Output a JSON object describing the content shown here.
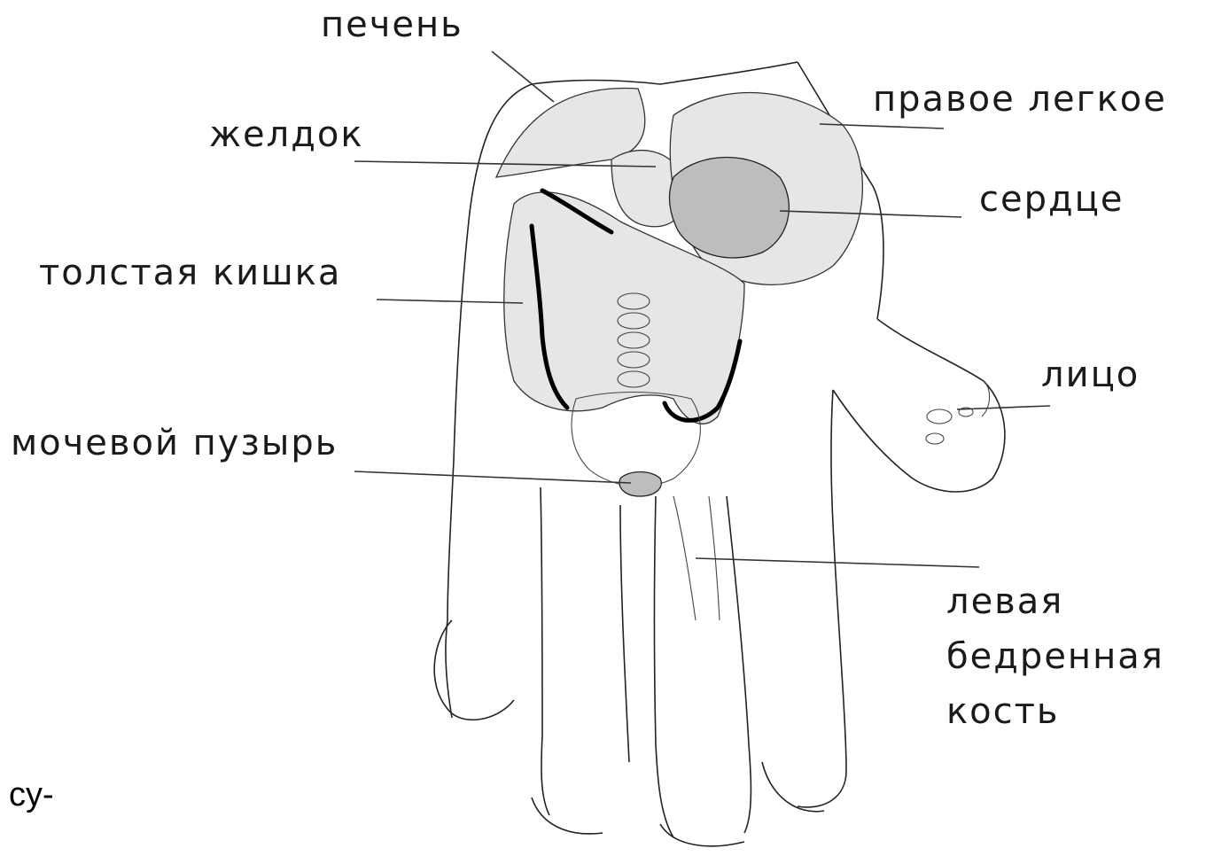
{
  "labels": {
    "liver": "печень",
    "stomach": "желдок",
    "right_lung": "правое легкое",
    "heart": "сердце",
    "large_intestine": "толстая кишка",
    "face": "лицо",
    "bladder": "мочевой пузырь",
    "left_femur": [
      "левая",
      "бедренная",
      "кость"
    ]
  },
  "caption": "су-"
}
